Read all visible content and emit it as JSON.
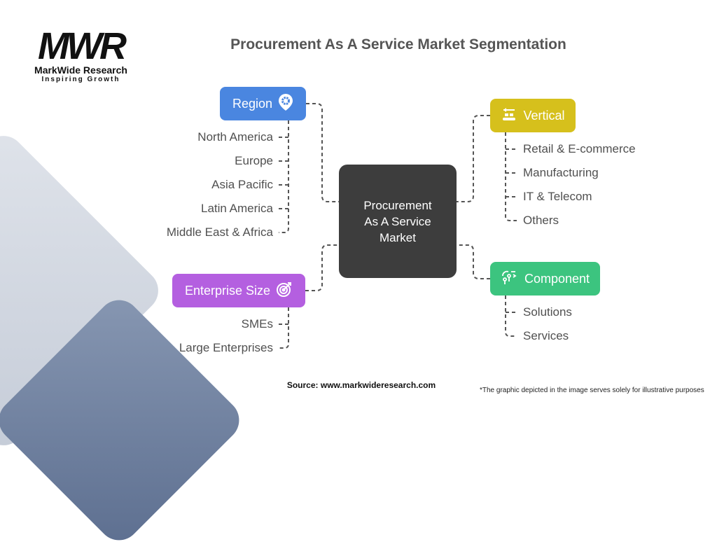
{
  "logo": {
    "brand": "MarkWide Research",
    "tagline": "Inspiring Growth",
    "mark": "MWR"
  },
  "title": "Procurement As A Service Market Segmentation",
  "center": {
    "line1": "Procurement",
    "line2": "As A Service",
    "line3": "Market"
  },
  "segments": {
    "region": {
      "label": "Region",
      "icon": "location-gear-icon",
      "color": "#4a86e0",
      "items": [
        "North America",
        "Europe",
        "Asia Pacific",
        "Latin America",
        "Middle East & Africa"
      ]
    },
    "enterprise": {
      "label": "Enterprise Size",
      "icon": "target-icon",
      "color": "#b45fe0",
      "items": [
        "SMEs",
        "Large Enterprises"
      ]
    },
    "vertical": {
      "label": "Vertical",
      "icon": "conveyor-icon",
      "color": "#d6c01c",
      "items": [
        "Retail & E-commerce",
        "Manufacturing",
        "IT & Telecom",
        "Others"
      ]
    },
    "component": {
      "label": "Component",
      "icon": "network-icon",
      "color": "#3cc47f",
      "items": [
        "Solutions",
        "Services"
      ]
    }
  },
  "source": "Source: www.markwideresearch.com",
  "disclaimer": "*The graphic depicted in the image serves solely for illustrative purposes"
}
